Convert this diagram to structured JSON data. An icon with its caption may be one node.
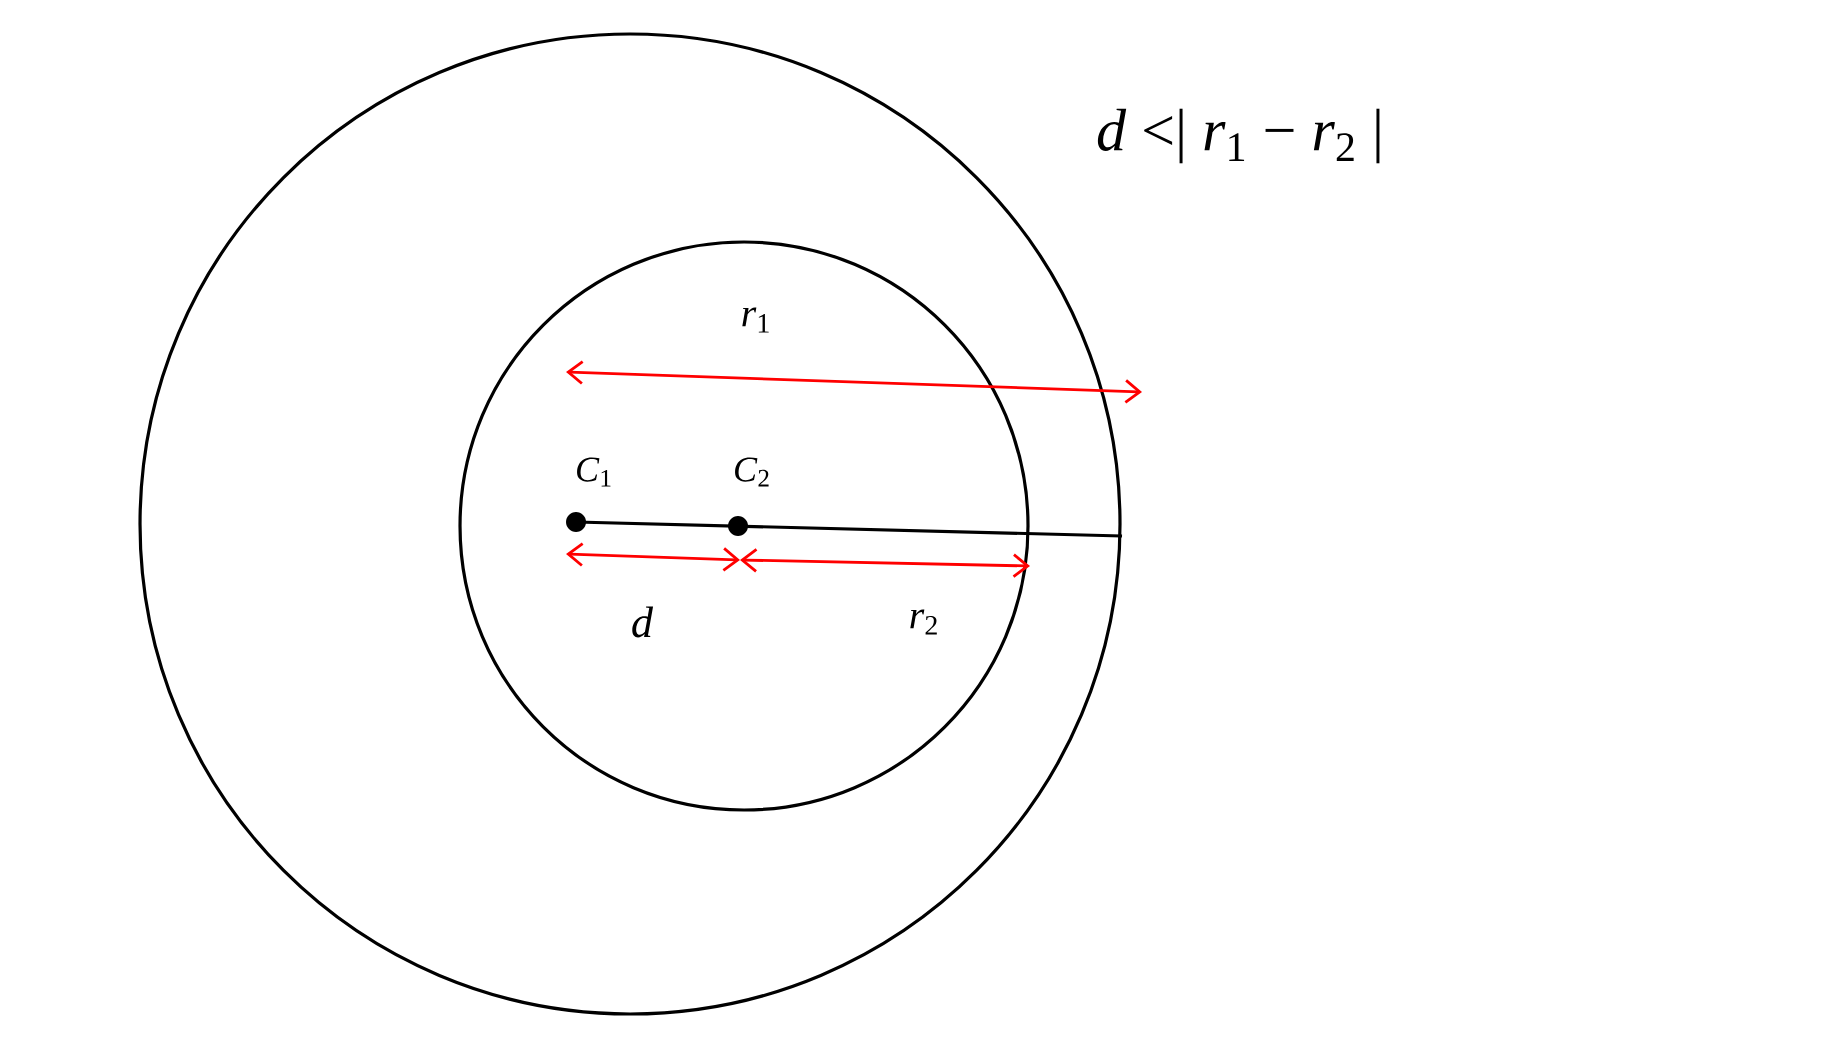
{
  "diagram": {
    "labels": [
      "*d* <| *r*$_{1}$ − *r*$_{2}$ |",
      "*r*$_{1}$",
      "*C*$_{1}$",
      "*C*$_{2}$",
      "*d*",
      "*r*$_{2}$"
    ]
  }
}
